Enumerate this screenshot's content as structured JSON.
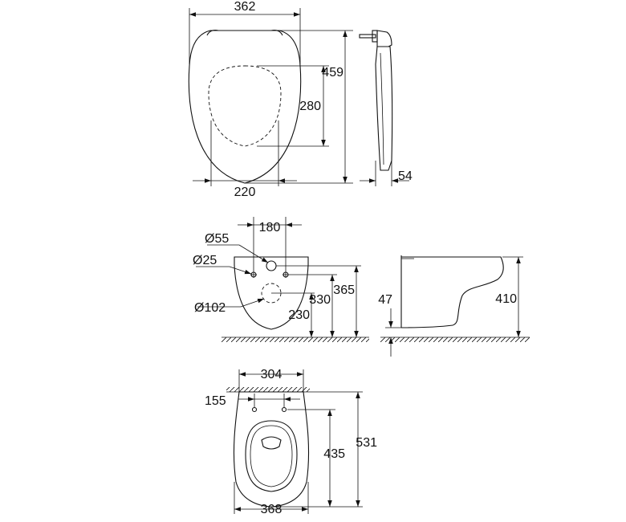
{
  "seat_top_view": {
    "width_label": "362",
    "height_label": "459",
    "inner_height_label": "280",
    "inner_width_label": "220"
  },
  "seat_side_view": {
    "thickness_label": "54"
  },
  "bowl_front_view": {
    "hole_spacing_label": "180",
    "large_hole_diameter_label": "Ø55",
    "small_hole_diameter_label": "Ø25",
    "outlet_diameter_label": "Ø102",
    "outlet_height_label": "230",
    "small_hole_height_label": "330",
    "large_hole_height_label": "365"
  },
  "bowl_side_view": {
    "floor_gap_label": "47",
    "total_height_label": "410"
  },
  "bowl_top_view": {
    "width_top_label": "304",
    "fixing_spacing_label": "155",
    "inner_length_label": "435",
    "total_length_label": "531",
    "width_bottom_label": "368"
  }
}
